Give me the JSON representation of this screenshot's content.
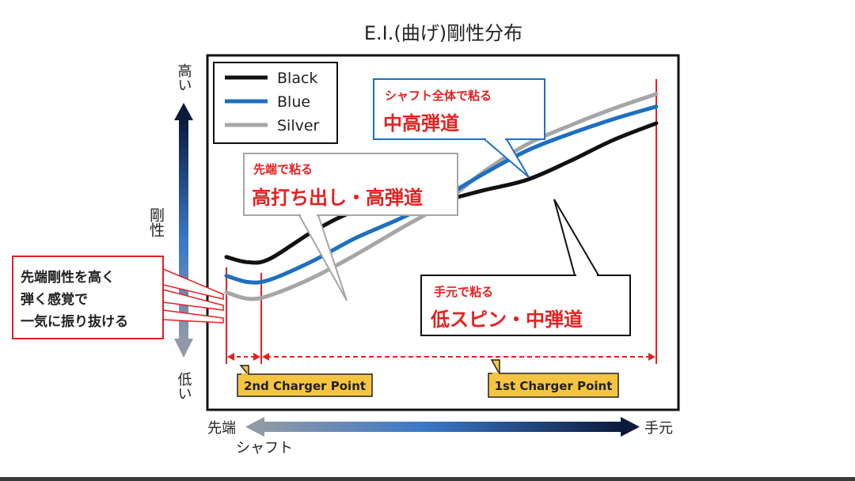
{
  "chart_data": {
    "type": "line",
    "title": "E.I.(曲げ)剛性分布",
    "ylabel": "剛性",
    "y_high_label": "高い",
    "y_low_label": "低い",
    "x_left_label": "先端",
    "x_right_label": "手元",
    "x_sub_label": "シャフト",
    "legend_position": "top-left",
    "xlim": [
      0,
      100
    ],
    "ylim": [
      0,
      100
    ],
    "colors": {
      "Black": "#111111",
      "Blue": "#1f6fc0",
      "Silver": "#a6a6a6",
      "callout_red": "#e32121",
      "badge_fill": "#f5c542",
      "arrow_dark": "#0b1a3a",
      "arrow_blue": "#3a78c8"
    },
    "series": [
      {
        "name": "Black",
        "x": [
          0,
          5,
          10,
          20,
          30,
          40,
          50,
          60,
          70,
          80,
          90,
          100
        ],
        "y": [
          30,
          27.5,
          29,
          42,
          52,
          55,
          57,
          62,
          67,
          76,
          86,
          94
        ]
      },
      {
        "name": "Blue",
        "x": [
          0,
          5,
          10,
          20,
          30,
          40,
          50,
          60,
          70,
          80,
          90,
          100
        ],
        "y": [
          21,
          18,
          19,
          28,
          39,
          48,
          58,
          70,
          81,
          89,
          96,
          102
        ]
      },
      {
        "name": "Silver",
        "x": [
          0,
          5,
          10,
          20,
          30,
          40,
          50,
          60,
          70,
          80,
          90,
          100
        ],
        "y": [
          13,
          10,
          11.5,
          20,
          31,
          43,
          55,
          71,
          84,
          93,
          101,
          108
        ]
      }
    ],
    "annotations": [
      {
        "id": "tip",
        "line1": "先端剛性を高く",
        "line2": "弾く感覚で",
        "line3": "一気に振り抜ける"
      },
      {
        "id": "tip-stick",
        "small": "先端で粘る",
        "big": "高打ち出し・高弾道"
      },
      {
        "id": "whole",
        "small": "シャフト全体で粘る",
        "big": "中高弾道"
      },
      {
        "id": "butt",
        "small": "手元で粘る",
        "big": "低スピン・中弾道"
      }
    ],
    "range_labels": [
      {
        "label": "2nd Charger Point",
        "x_start": 0,
        "x_end": 9
      },
      {
        "label": "1st Charger Point",
        "x_start": 9,
        "x_end": 100
      }
    ]
  }
}
